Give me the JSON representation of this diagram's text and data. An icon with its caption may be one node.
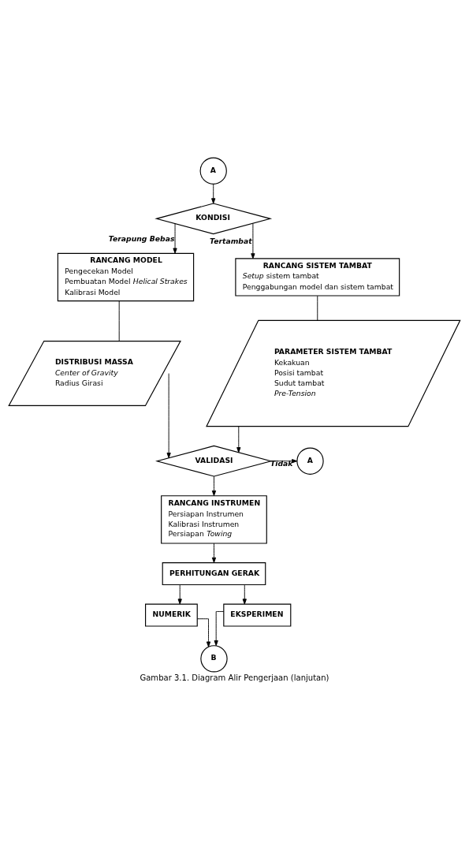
{
  "diagram": {
    "caption": "Gambar 3.1. Diagram Alir Pengerjaan (lanjutan)",
    "nodes": [
      {
        "text": [
          "A"
        ]
      },
      {
        "text": [
          "KONDISI"
        ]
      },
      {
        "text": [
          "RANCANG MODEL",
          "Pengecekan Model",
          "Pembuatan Model *Helical Strakes*",
          "Kalibrasi Model"
        ]
      },
      {
        "text": [
          "RANCANG SISTEM TAMBAT",
          "*Setup* sistem tambat",
          "Penggabungan model dan sistem tambat"
        ]
      },
      {
        "text": [
          "DISTRIBUSI MASSA",
          "*Center of Gravity*",
          "Radius Girasi"
        ]
      },
      {
        "text": [
          "PARAMETER SISTEM TAMBAT",
          "Kekakuan",
          "Posisi tambat",
          "Sudut tambat",
          "*Pre-Tension*"
        ]
      },
      {
        "text": [
          "VALIDASI"
        ]
      },
      {
        "text": [
          "A"
        ]
      },
      {
        "text": [
          "RANCANG INSTRUMEN",
          "Persiapan Instrumen",
          "Kalibrasi Instrumen",
          "Persiapan *Towing*"
        ]
      },
      {
        "text": [
          "PERHITUNGAN GERAK"
        ]
      },
      {
        "text": [
          "NUMERIK"
        ]
      },
      {
        "text": [
          "EKSPERIMEN"
        ]
      },
      {
        "text": [
          "B"
        ]
      }
    ],
    "edges": [
      {
        "from": 0,
        "to": 1,
        "arrow": "to"
      },
      {
        "from": 1,
        "to": 2,
        "arrow": "to",
        "label": "Terapung Bebas"
      },
      {
        "from": 1,
        "to": 3,
        "arrow": "to",
        "label": "Tertambat"
      },
      {
        "from": 2,
        "to": 4,
        "arrow": "none"
      },
      {
        "from": 3,
        "to": 5,
        "arrow": "none"
      },
      {
        "from": 4,
        "to": 6,
        "arrow": "to"
      },
      {
        "from": 5,
        "to": 6,
        "arrow": "to"
      },
      {
        "from": 6,
        "to": 7,
        "arrow": "to",
        "label": "Tidak"
      },
      {
        "from": 6,
        "to": 8,
        "arrow": "to"
      },
      {
        "from": 8,
        "to": 9,
        "arrow": "to"
      },
      {
        "from": 9,
        "to": 10,
        "arrow": "to"
      },
      {
        "from": 9,
        "to": 11,
        "arrow": "to"
      },
      {
        "from": 10,
        "to": 12,
        "arrow": "to"
      },
      {
        "from": 11,
        "to": 12,
        "arrow": "to"
      }
    ]
  }
}
